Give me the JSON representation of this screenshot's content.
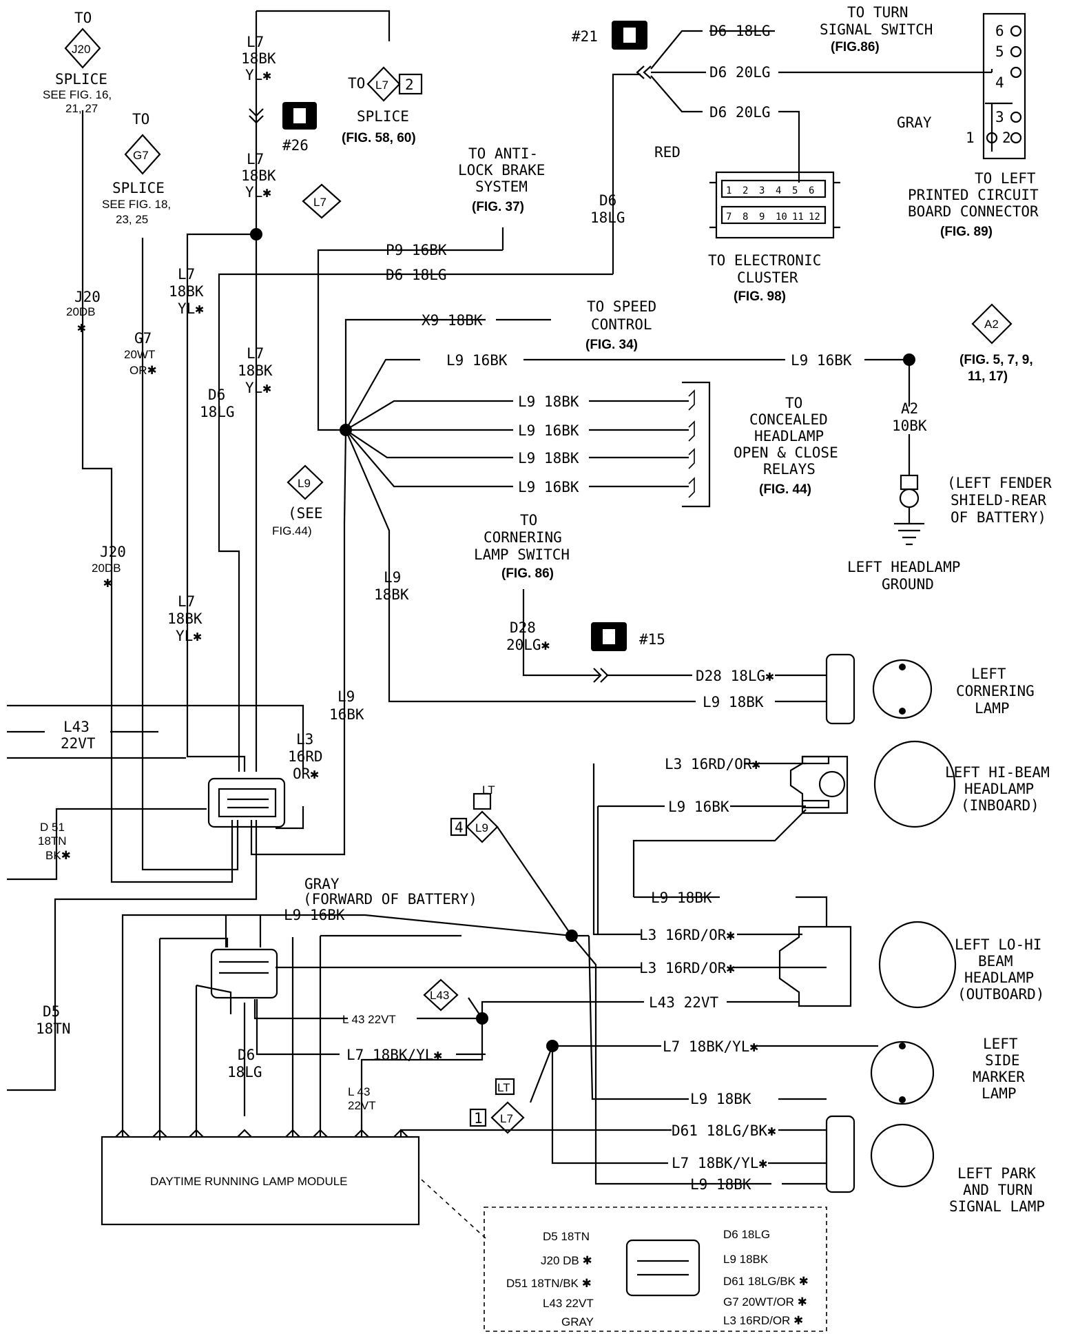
{
  "refs": {
    "to": "TO",
    "j20_tag": "J20",
    "j20_splice": "SPLICE",
    "j20_see": "SEE FIG. 16,",
    "j20_figs": "21, 27",
    "g7_tag": "G7",
    "g7_splice": "SPLICE",
    "g7_see": "SEE FIG. 18,",
    "g7_figs": "23, 25",
    "l7_tag": "L7",
    "l7_num": "2",
    "l7_splice": "SPLICE",
    "l7_fig": "(FIG. 58, 60)",
    "abs_1": "TO ANTI-",
    "abs_2": "LOCK BRAKE",
    "abs_3": "SYSTEM",
    "abs_fig": "(FIG. 37)",
    "c21": "#21",
    "c26": "#26",
    "c15": "#15",
    "ts_1": "TO TURN",
    "ts_2": "SIGNAL SWITCH",
    "ts_fig": "(FIG.86)",
    "pcb_1": "TO LEFT",
    "pcb_2": "PRINTED CIRCUIT",
    "pcb_3": "BOARD CONNECTOR",
    "pcb_fig": "(FIG. 89)",
    "gray": "GRAY",
    "red": "RED",
    "ec_1": "TO ELECTRONIC",
    "ec_2": "CLUSTER",
    "ec_fig": "(FIG. 98)",
    "sc_1": "TO SPEED",
    "sc_2": "CONTROL",
    "sc_fig": "(FIG. 34)",
    "a2_tag": "A2",
    "a2_figs1": "(FIG. 5, 7, 9,",
    "a2_figs2": "11, 17)",
    "a2_wire1": "A2",
    "a2_wire2": "10BK",
    "lf_1": "(LEFT FENDER",
    "lf_2": "SHIELD-REAR",
    "lf_3": "OF BATTERY)",
    "hg_1": "LEFT HEADLAMP",
    "hg_2": "GROUND",
    "cr_1": "TO",
    "cr_2": "CONCEALED",
    "cr_3": "HEADLAMP",
    "cr_4": "OPEN & CLOSE",
    "cr_5": "RELAYS",
    "cr_fig": "(FIG. 44)",
    "l9_tag": "L9",
    "l9_see1": "(SEE",
    "l9_see2": "FIG.44)",
    "cs_1": "TO",
    "cs_2": "CORNERING",
    "cs_3": "LAMP SWITCH",
    "cs_fig": "(FIG. 86)",
    "lt": "LT",
    "four": "4",
    "one": "1",
    "l43_tag": "L43",
    "gray_fwd1": "GRAY",
    "gray_fwd2": "(FORWARD OF BATTERY)"
  },
  "wires": {
    "l7_18bk": "L7",
    "l7_18bk_2": "18BK",
    "l7_yl": "YL✱",
    "d6_18lg_a": "D6",
    "d6_18lg_b": "18LG",
    "j20_a": "J20",
    "j20_b": "20DB",
    "star": "✱",
    "g7_a": "G7",
    "g7_b": "20WT",
    "g7_c": "OR✱",
    "p9": "P9 16BK",
    "d6_h": "D6 18LG",
    "x9": "X9 18BK",
    "l9_16bk": "L9 16BK",
    "l9_18bk": "L9 18BK",
    "d6_18lg_ts": "D6 18LG",
    "d6_20lg_1": "D6 20LG",
    "d6_20lg_2": "D6 20LG",
    "l9_a": "L9",
    "l9_b": "18BK",
    "l9_c": "16BK",
    "d28_a": "D28",
    "d28_b": "20LG✱",
    "d28_h": "D28 18LG✱",
    "l43_a": "L43",
    "l43_b": "22VT",
    "l3_a": "L3",
    "l3_b": "16RD",
    "l3_c": "OR✱",
    "d51_a": "D 51",
    "d51_b": "18TN",
    "d51_c": "BK✱",
    "l3_rdor": "L3 16RD/OR✱",
    "l43_22vt": "L43 22VT",
    "l43_22vt_s": "L 43 22VT",
    "l7_bkyl": "L7 18BK/YL✱",
    "d61": "D61 18LG/BK✱",
    "d5_a": "D5",
    "d5_b": "18TN",
    "d6_lo_a": "D6",
    "d6_lo_b": "18LG",
    "l43_lo_a": "L 43",
    "l43_lo_b": "22VT"
  },
  "lamps": {
    "corner_1": "LEFT",
    "corner_2": "CORNERING",
    "corner_3": "LAMP",
    "hi_1": "LEFT HI-BEAM",
    "hi_2": "HEADLAMP",
    "hi_3": "(INBOARD)",
    "lohi_1": "LEFT LO-HI",
    "lohi_2": "BEAM",
    "lohi_3": "HEADLAMP",
    "lohi_4": "(OUTBOARD)",
    "side_1": "LEFT",
    "side_2": "SIDE",
    "side_3": "MARKER",
    "side_4": "LAMP",
    "park_1": "LEFT PARK",
    "park_2": "AND TURN",
    "park_3": "SIGNAL LAMP"
  },
  "module": {
    "title": "DAYTIME RUNNING LAMP MODULE"
  },
  "detail": {
    "d5": "D5 18TN",
    "j20": "J20 DB ✱",
    "d51": "D51 18TN/BK ✱",
    "l43": "L43 22VT",
    "gray": "GRAY",
    "d6": "D6 18LG",
    "l9": "L9 18BK",
    "d61": "D61 18LG/BK ✱",
    "g7": "G7 20WT/OR ✱",
    "l3": "L3 16RD/OR ✱"
  },
  "pins": {
    "pcb": [
      "6",
      "5",
      "4",
      "3",
      "2",
      "1"
    ],
    "cluster": [
      "1",
      "2",
      "3",
      "4",
      "5",
      "6",
      "7",
      "8",
      "9",
      "10",
      "11",
      "12"
    ]
  }
}
